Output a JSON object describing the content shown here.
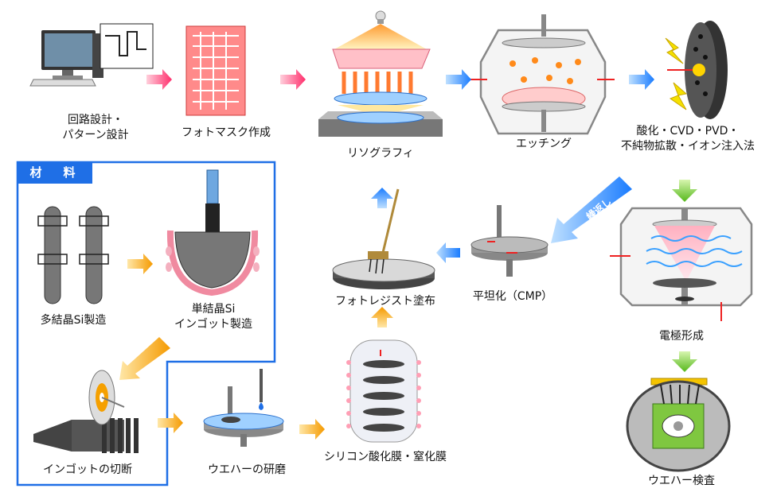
{
  "materials_badge": "材　料",
  "loop_label": "繰返し",
  "steps": [
    {
      "lines": [
        "回路設計・",
        "パターン設計"
      ]
    },
    {
      "lines": [
        "フォトマスク作成"
      ]
    },
    {
      "lines": [
        "リソグラフィ"
      ]
    },
    {
      "lines": [
        "エッチング"
      ]
    },
    {
      "lines": [
        "酸化・CVD・PVD・",
        "不純物拡散・イオン注入法"
      ]
    },
    {
      "lines": [
        "多結晶Si製造"
      ]
    },
    {
      "lines": [
        "単結晶Si",
        "インゴット製造"
      ]
    },
    {
      "lines": [
        "インゴットの切断"
      ]
    },
    {
      "lines": [
        "ウエハーの研磨"
      ]
    },
    {
      "lines": [
        "シリコン酸化膜・窒化膜"
      ]
    },
    {
      "lines": [
        "フォトレジスト塗布"
      ]
    },
    {
      "lines": [
        "平坦化（CMP）"
      ]
    },
    {
      "lines": [
        "電極形成"
      ]
    },
    {
      "lines": [
        "ウエハー検査"
      ]
    }
  ],
  "colors": {
    "pink_arrow": "#ff3f78",
    "blue_arrow": "#2a8cff",
    "orange_arrow": "#f5a000",
    "green_arrow": "#66cc22",
    "materials_border": "#1f6fe6"
  }
}
